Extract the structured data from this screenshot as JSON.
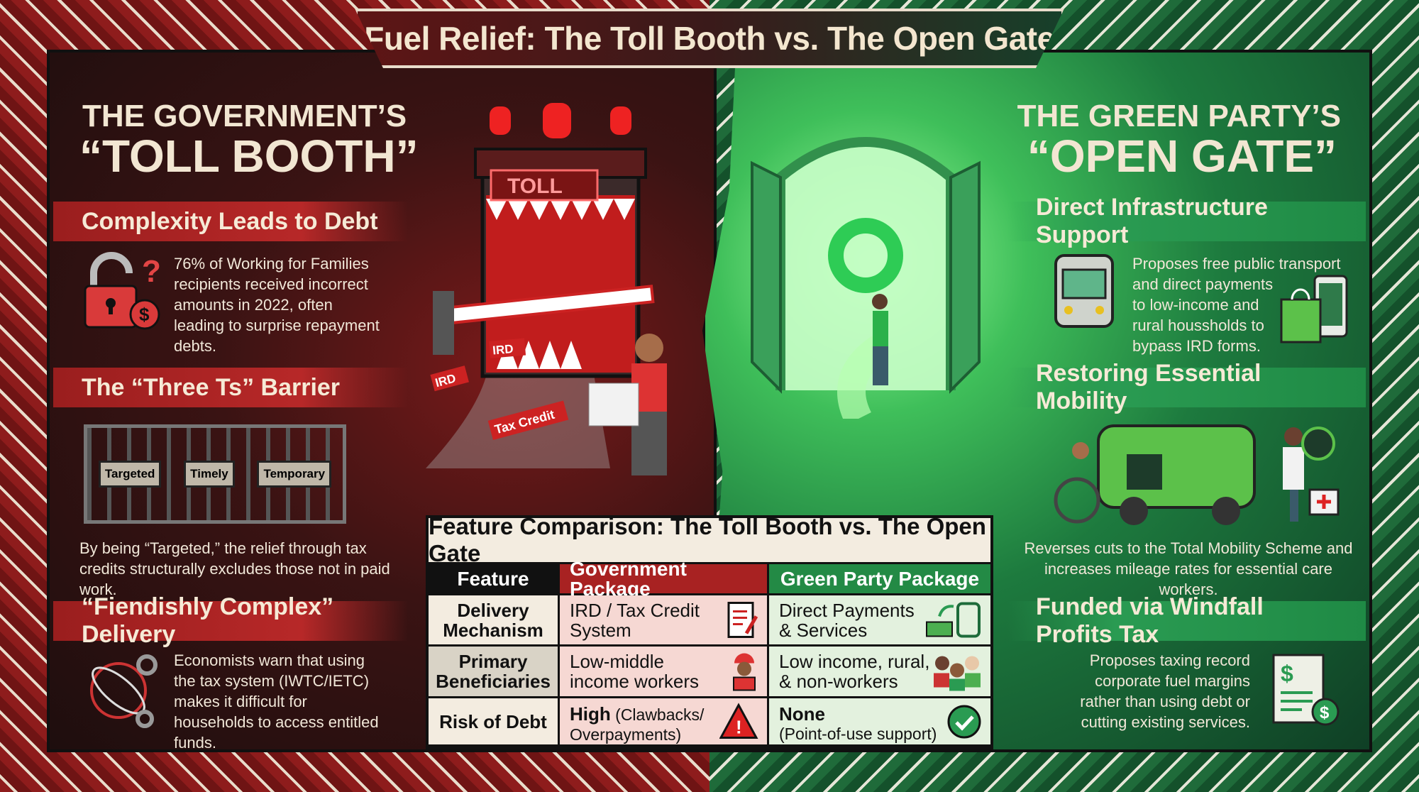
{
  "title": "Fuel Relief: The Toll Booth vs. The Open Gate",
  "left": {
    "heading_line1": "THE GOVERNMENT’S",
    "heading_line2": "“TOLL BOOTH”",
    "sections": [
      {
        "title": "Complexity Leads to Debt",
        "text": "76% of Working for Families recipients received incorrect amounts in 2022, often leading to surprise repayment debts."
      },
      {
        "title": "The “Three Ts” Barrier",
        "text": "By being “Targeted,” the relief through tax credits structurally excludes those not in paid work.",
        "locks": [
          "Targeted",
          "Timely",
          "Temporary"
        ]
      },
      {
        "title": "“Fiendishly Complex” Delivery",
        "text": "Economists warn that using the tax system (IWTC/IETC) makes it difficult for households to access entitled funds."
      }
    ],
    "illustration": {
      "booth_sign": "TOLL",
      "barriers": [
        "IRD",
        "IRD",
        "Tax Credit"
      ]
    }
  },
  "right": {
    "heading_line1": "THE GREEN PARTY’S",
    "heading_line2": "“OPEN GATE”",
    "sections": [
      {
        "title": "Direct Infrastructure Support",
        "text": "Proposes free public transport and direct payments to low-income and rural houssholds to bypass IRD forms."
      },
      {
        "title": "Restoring Essential Mobility",
        "text": "Reverses cuts to the Total Mobility Scheme and increases mileage rates for essential care workers."
      },
      {
        "title": "Funded via Windfall Profits Tax",
        "text": "Proposes taxing record corporate fuel margins rather than using debt or cutting existing services."
      }
    ]
  },
  "table": {
    "title": "Feature Comparison: The Toll Booth vs. The Open Gate",
    "headers": [
      "Feature",
      "Government Package",
      "Green Party Package"
    ],
    "rows": [
      {
        "feature": "Delivery Mechanism",
        "gov": "IRD / Tax Credit System",
        "green": "Direct Payments & Services"
      },
      {
        "feature": "Primary Beneficiaries",
        "gov": "Low-middle income workers",
        "green": "Low income, rural, & non-workers"
      },
      {
        "feature": "Risk of Debt",
        "gov_strong": "High",
        "gov": "(Clawbacks/ Overpayments)",
        "green_strong": "None",
        "green": "(Point-of-use support)"
      }
    ]
  },
  "colors": {
    "red": "#b72828",
    "green": "#2a9b52",
    "dark": "#111111",
    "cream": "#f3ece0"
  }
}
